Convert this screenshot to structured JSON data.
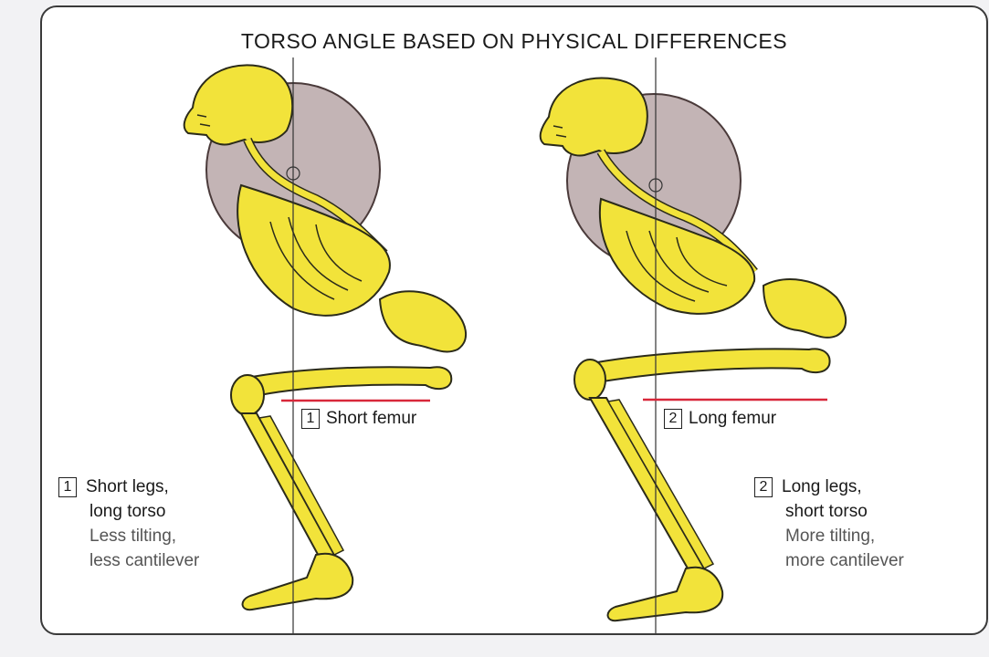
{
  "title": "TORSO ANGLE BASED ON PHYSICAL DIFFERENCES",
  "figures": [
    {
      "number": "1",
      "femur_label": "Short femur",
      "caption_line1": "Short legs,",
      "caption_line2": "long torso",
      "caption_line3": "Less tilting,",
      "caption_line4": "less cantilever"
    },
    {
      "number": "2",
      "femur_label": "Long femur",
      "caption_line1": "Long legs,",
      "caption_line2": "short torso",
      "caption_line3": "More tilting,",
      "caption_line4": "more cantilever"
    }
  ],
  "colors": {
    "bone": "#f2e33a",
    "bone_outline": "#2b2b1a",
    "plate": "#b9a7a8",
    "femur_line": "#d8283a",
    "plumb_line": "#333333"
  }
}
